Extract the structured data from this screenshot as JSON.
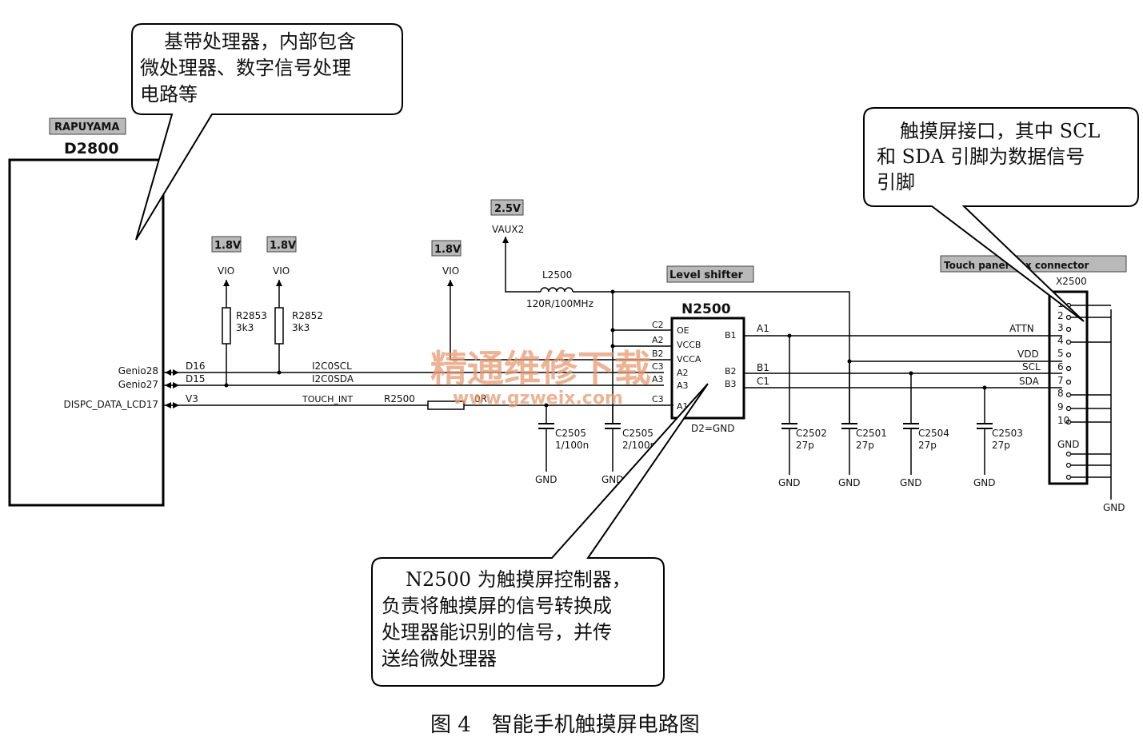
{
  "d2800": {
    "maker": "RAPUYAMA",
    "ref": "D2800",
    "pins": [
      "Genio28",
      "Genio27",
      "DISPC_DATA_LCD17"
    ]
  },
  "nets": {
    "d16": "D16",
    "d15": "D15",
    "v3": "V3",
    "scl": "I2C0SCL",
    "sda": "I2C0SDA",
    "tint": "TOUCH_INT",
    "a1": "A1",
    "b1": "B1",
    "c1": "C1"
  },
  "supplies": {
    "r2853_v": "1.8V",
    "r2852_v": "1.8V",
    "vio3_v": "1.8V",
    "vaux_v": "2.5V",
    "vio": "VIO",
    "vaux": "VAUX2"
  },
  "resistors": {
    "r2853": "R2853",
    "r2853_val": "3k3",
    "r2852": "R2852",
    "r2852_val": "3k3",
    "r2500": "R2500",
    "r2500_val": "0R"
  },
  "inductor": {
    "ref": "L2500",
    "val": "120R/100MHz"
  },
  "level_shifter": {
    "tag": "Level shifter",
    "ref": "N2500",
    "pins_left": [
      "OE",
      "VCCB",
      "VCCA",
      "A2",
      "A3",
      "A1"
    ],
    "pins_right": [
      "B1",
      "B2",
      "B3"
    ],
    "left_outside": [
      "C2",
      "A2",
      "B2",
      "C3",
      "A3",
      "C3"
    ],
    "note": "D2=GND"
  },
  "caps": [
    {
      "ref": "C2505",
      "val": "1/100n"
    },
    {
      "ref": "C2505",
      "val": "2/100n"
    },
    {
      "ref": "C2502",
      "val": "27p"
    },
    {
      "ref": "C2501",
      "val": "27p"
    },
    {
      "ref": "C2504",
      "val": "27p"
    },
    {
      "ref": "C2503",
      "val": "27p"
    }
  ],
  "gnd": "GND",
  "connector": {
    "tag": "Touch panel flex connector",
    "ref": "X2500",
    "pin_numbers": [
      "1",
      "2",
      "3",
      "4",
      "5",
      "6",
      "7",
      "8",
      "9",
      "10"
    ],
    "signals": {
      "attn": "ATTN",
      "vdd": "VDD",
      "scl": "SCL",
      "sda": "SDA",
      "gnd": "GND"
    }
  },
  "callouts": {
    "baseband": [
      "基带处理器，内部包含",
      "微处理器、数字信号处理",
      "电路等"
    ],
    "touch_if": [
      "触摸屏接口，其中 SCL",
      "和 SDA 引脚为数据信号",
      "引脚"
    ],
    "n2500": [
      "N2500 为触摸屏控制器，",
      "负责将触摸屏的信号转换成",
      "处理器能识别的信号，并传",
      "送给微处理器"
    ]
  },
  "watermark": {
    "cn": "精通维修下载",
    "url": "www.gzweix.com"
  },
  "caption": "图 4　智能手机触摸屏电路图"
}
